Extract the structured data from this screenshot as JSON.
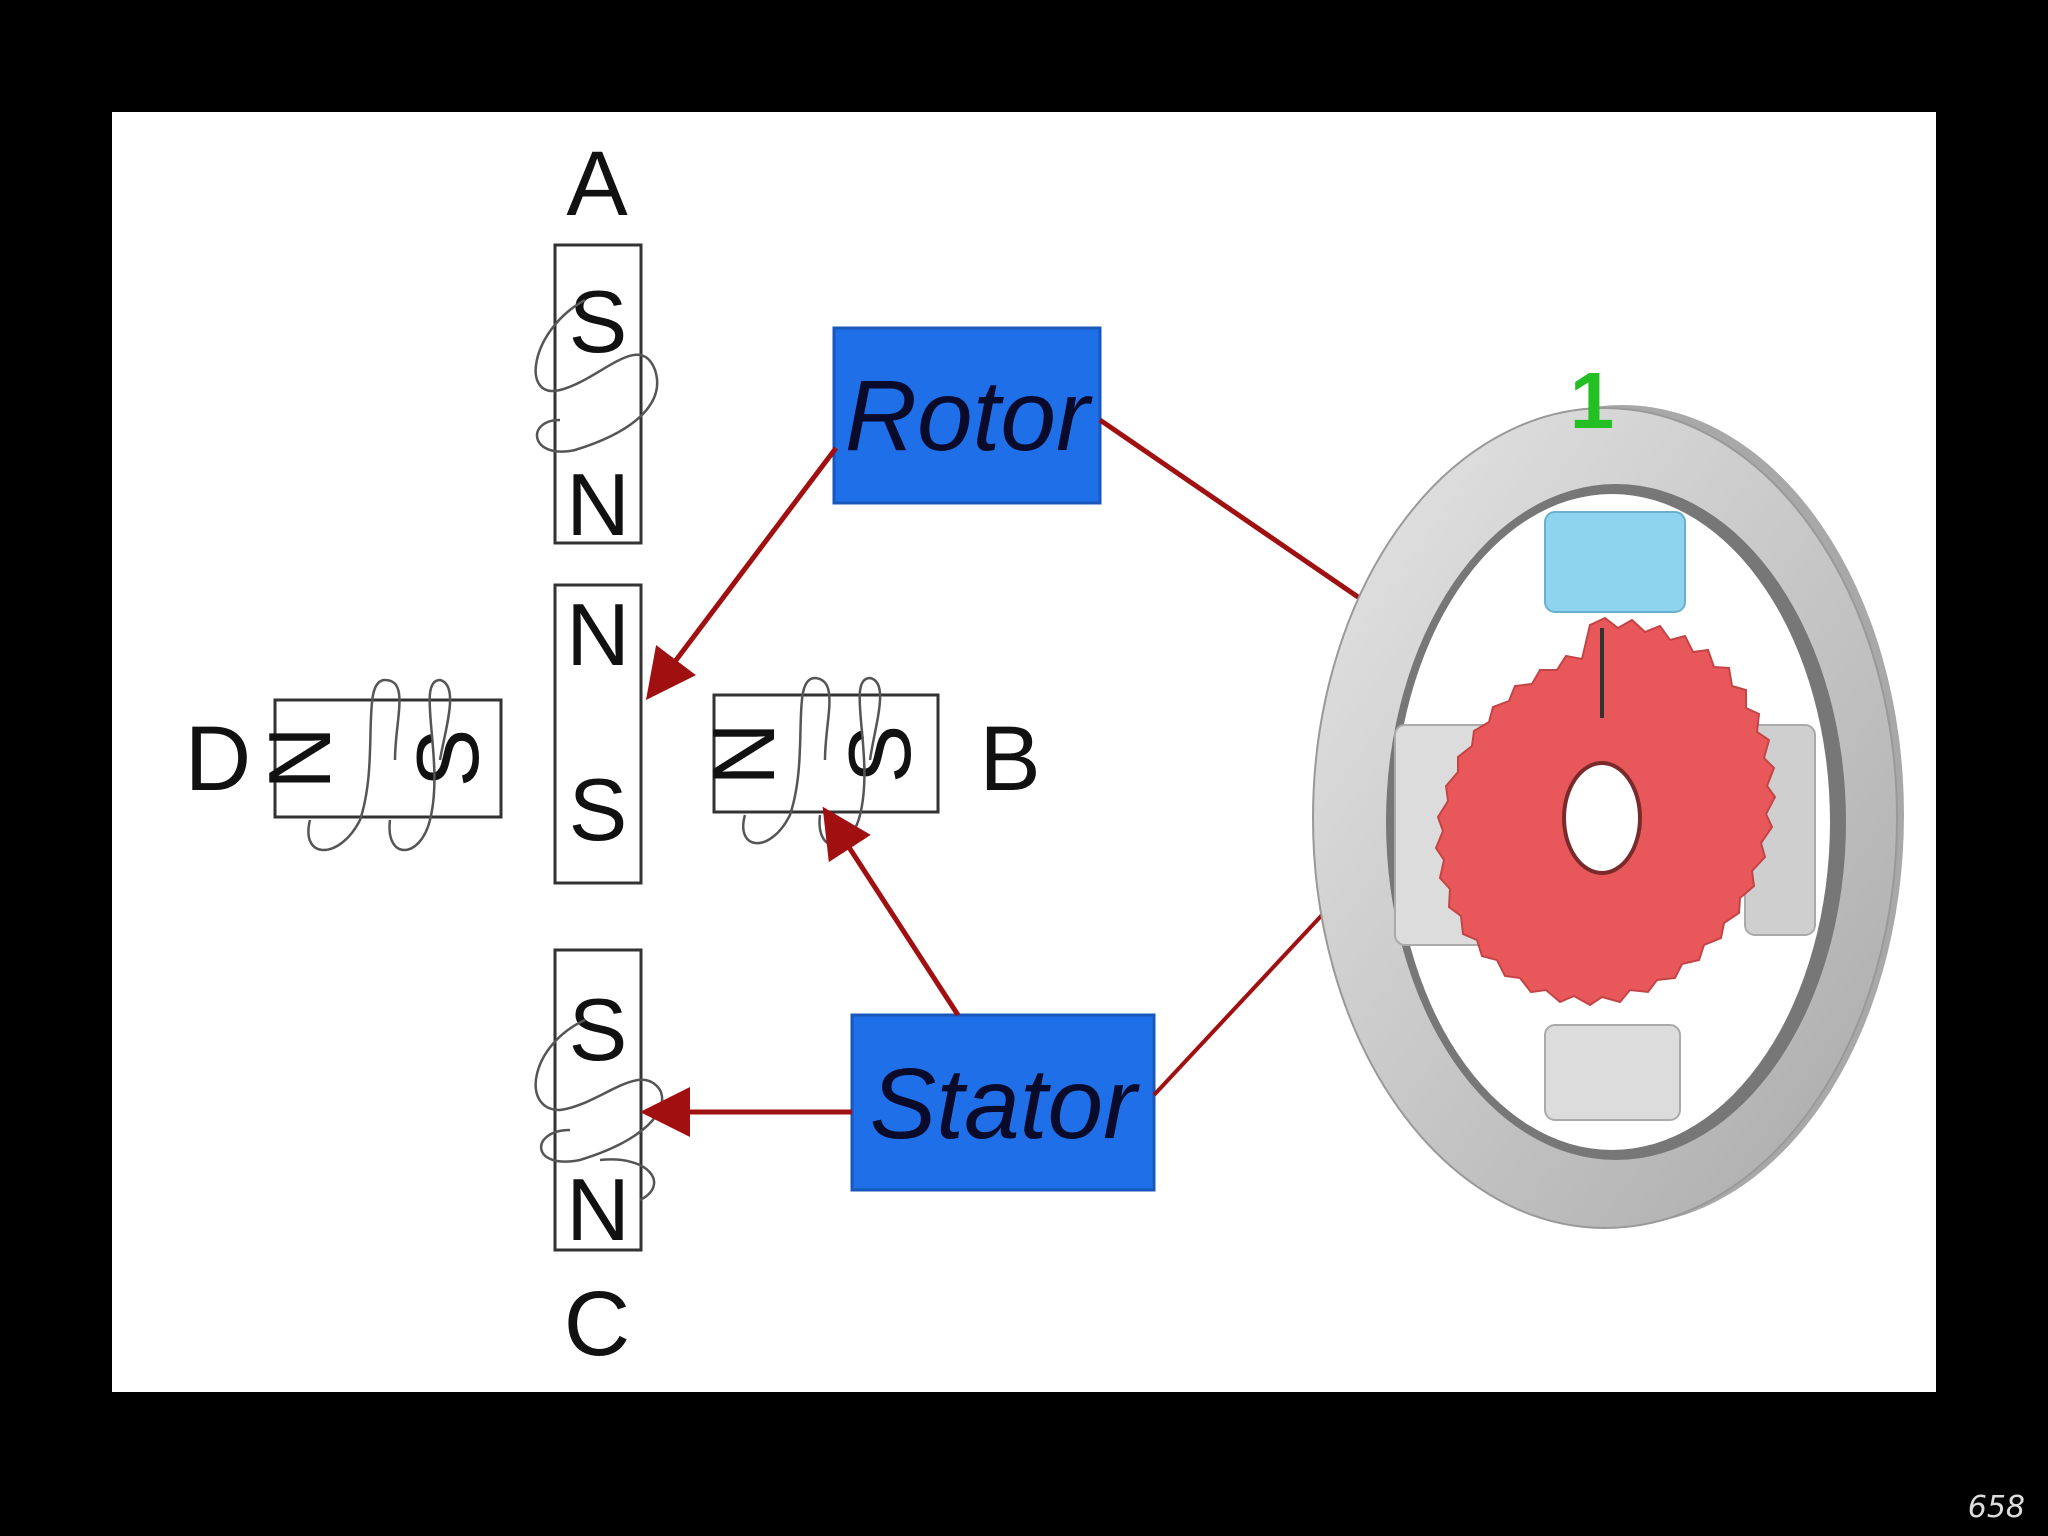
{
  "diagram": {
    "phase_labels": {
      "a": "A",
      "b": "B",
      "c": "C",
      "d": "D"
    },
    "poles": {
      "a_top": "S",
      "a_bottom": "N",
      "rotor_top": "N",
      "rotor_bottom": "S",
      "b_left": "N",
      "b_right": "S",
      "d_left": "N",
      "d_right": "S",
      "c_top": "S",
      "c_bottom": "N"
    },
    "callouts": {
      "rotor": "Rotor",
      "stator": "Stator"
    },
    "step_number": "1",
    "colors": {
      "callout_box": "#1f6fe8",
      "arrow": "#a01010",
      "rotor_gear": "#e8585a",
      "stator_ring": "#c9c9c9",
      "coil_active": "#8fd4ee",
      "step_number": "#22c022"
    }
  },
  "page_number": "658"
}
